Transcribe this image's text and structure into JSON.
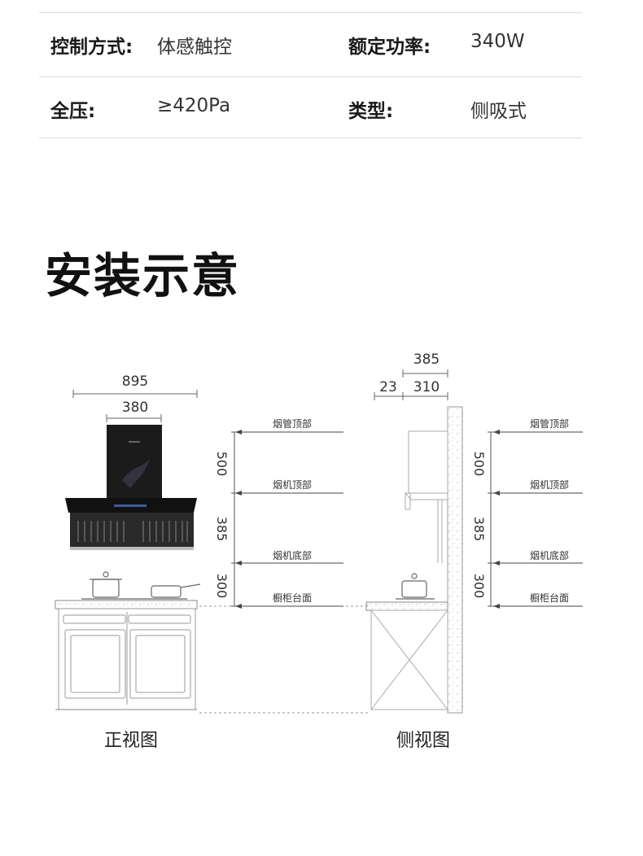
{
  "specs": {
    "row1": {
      "label_a": "控制方式:",
      "value_a": "体感触控",
      "label_b": "额定功率:",
      "value_b": "340W"
    },
    "row2": {
      "label_a": "全压:",
      "value_a": "≥420Pa",
      "label_b": "类型:",
      "value_b": "侧吸式"
    }
  },
  "section_title": "安装示意",
  "front_view": {
    "caption": "正视图",
    "dim_width": "895",
    "dim_chimney": "380",
    "heights": [
      "500",
      "385",
      "300"
    ],
    "levels": [
      "烟管顶部",
      "烟机顶部",
      "烟机底部",
      "橱柜台面"
    ]
  },
  "side_view": {
    "caption": "侧视图",
    "dim_total": "385",
    "dim_gap": "23",
    "dim_depth": "310",
    "heights": [
      "500",
      "385",
      "300"
    ],
    "levels": [
      "烟管顶部",
      "烟机顶部",
      "烟机底部",
      "橱柜台面"
    ]
  }
}
